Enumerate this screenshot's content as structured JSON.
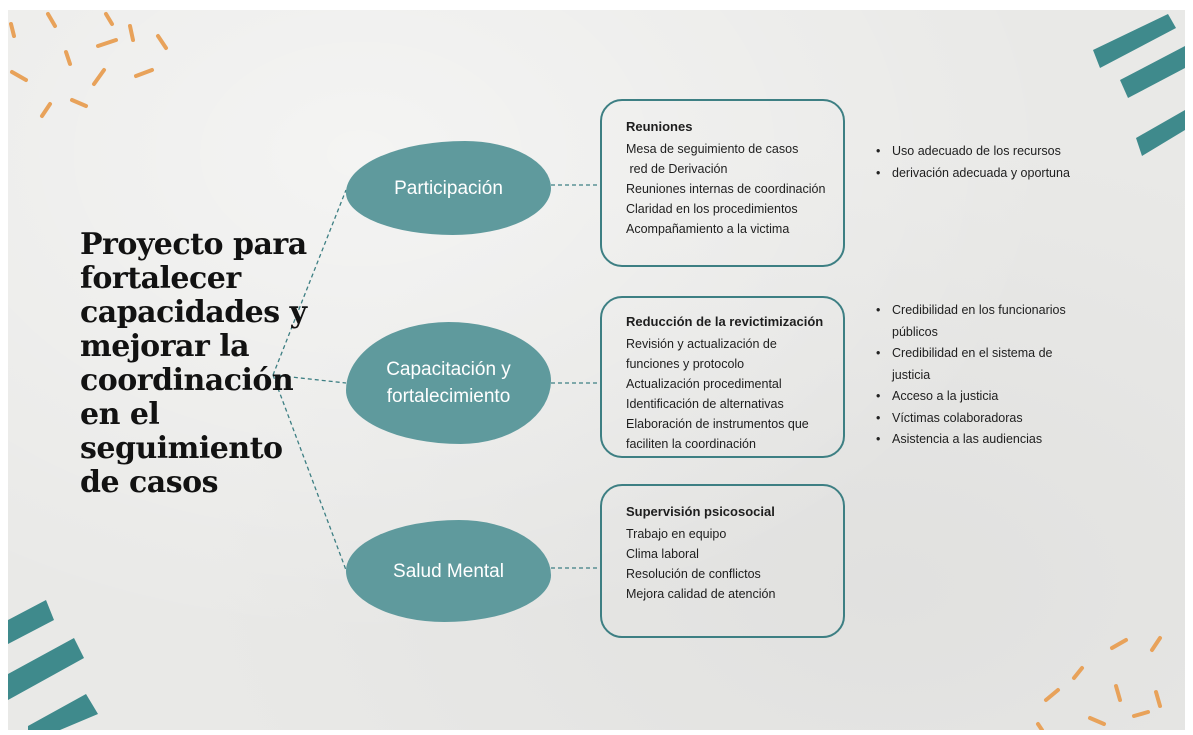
{
  "title": "Proyecto para fortalecer capacidades y mejorar la coordinación en el seguimiento de casos",
  "title_lines": [
    "Proyecto para",
    "fortalecer",
    "capacidades y",
    "mejorar la",
    "coordinación",
    "en el",
    "seguimiento",
    "de casos"
  ],
  "colors": {
    "teal": "#5f9a9d",
    "border": "#3d7f83",
    "orange": "#e8a25a",
    "background": "#e9e9e7"
  },
  "branches": [
    {
      "label_lines": [
        "Participación"
      ],
      "box": {
        "heading": "Reuniones",
        "items": [
          "Mesa de seguimiento de casos",
          " red de Derivación",
          "Reuniones internas de coordinación",
          "Claridad en los procedimientos",
          "Acompañamiento a la victima"
        ]
      },
      "outcomes": [
        "Uso adecuado de los recursos",
        "derivación adecuada y oportuna"
      ]
    },
    {
      "label_lines": [
        "Capacitación y",
        "fortalecimiento"
      ],
      "box": {
        "heading": "Reducción de la revictimización",
        "items": [
          "Revisión y actualización de",
          "funciones y protocolo",
          "Actualización procedimental",
          "Identificación de alternativas",
          "Elaboración de instrumentos que",
          "faciliten la coordinación"
        ]
      },
      "outcomes": [
        "Credibilidad en los funcionarios públicos",
        "Credibilidad en el sistema de justicia",
        "Acceso a la justicia",
        "Víctimas colaboradoras",
        "Asistencia a las audiencias"
      ]
    },
    {
      "label_lines": [
        "Salud Mental"
      ],
      "box": {
        "heading": "Supervisión psicosocial",
        "items": [
          "Trabajo en equipo",
          "Clima laboral",
          "Resolución de conflictos",
          "Mejora calidad de atención"
        ]
      }
    }
  ]
}
